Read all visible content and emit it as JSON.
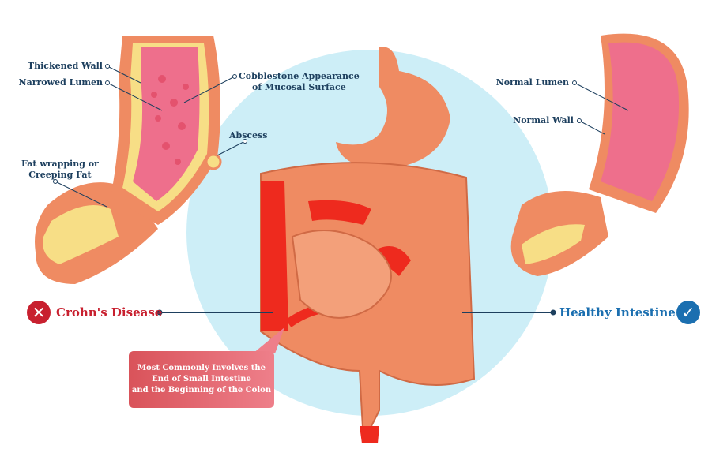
{
  "labels": {
    "thickened_wall": "Thickened Wall",
    "narrowed_lumen": "Narrowed Lumen",
    "cobblestone": [
      "Cobblestone Appearance",
      "of Mucosal Surface"
    ],
    "abscess": "Abscess",
    "fat_wrapping": [
      "Fat wrapping or",
      "Creeping Fat"
    ],
    "normal_lumen": "Normal Lumen",
    "normal_wall": "Normal Wall"
  },
  "crohns": {
    "title": "Crohn's Disease",
    "icon": "x-circle-icon",
    "color": "#c8202f"
  },
  "healthy": {
    "title": "Healthy Intestine",
    "icon": "check-circle-icon",
    "color": "#1b6fb0"
  },
  "callout": [
    "Most Commonly Involves the",
    "End of Small Intestine",
    "and the Beginning of the Colon"
  ],
  "colors": {
    "background_circle": "#cdeef7",
    "tissue": "#ef8b62",
    "inflamed": "#ee2a1e",
    "lumen": "#ee6f8c",
    "fat": "#f7de86",
    "text": "#1d3f5e"
  }
}
